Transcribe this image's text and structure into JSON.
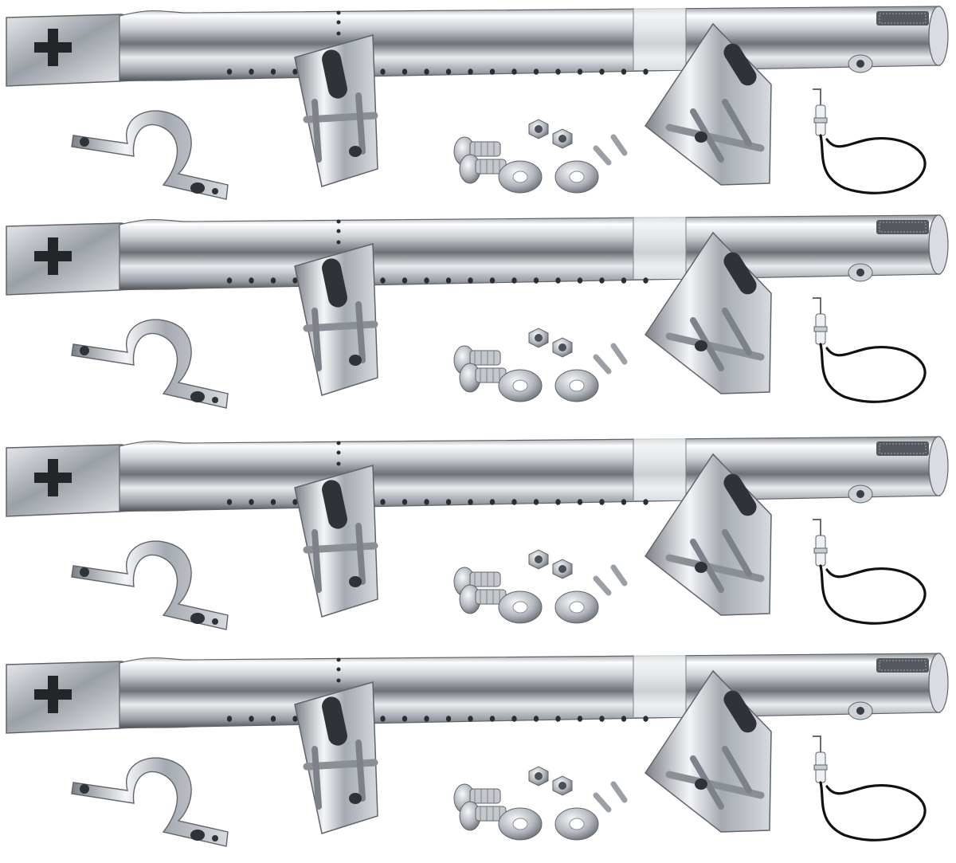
{
  "product": {
    "kits": [
      {
        "id": "kit-1",
        "parts": [
          "burner-tube",
          "crossover-bracket",
          "left-mount-bracket",
          "right-mount-bracket",
          "pipe-clamp",
          "bolt-set",
          "igniter-electrode"
        ]
      },
      {
        "id": "kit-2",
        "parts": [
          "burner-tube",
          "crossover-bracket",
          "left-mount-bracket",
          "right-mount-bracket",
          "pipe-clamp",
          "bolt-set",
          "igniter-electrode"
        ]
      },
      {
        "id": "kit-3",
        "parts": [
          "burner-tube",
          "crossover-bracket",
          "left-mount-bracket",
          "right-mount-bracket",
          "pipe-clamp",
          "bolt-set",
          "igniter-electrode"
        ]
      },
      {
        "id": "kit-4",
        "parts": [
          "burner-tube",
          "crossover-bracket",
          "left-mount-bracket",
          "right-mount-bracket",
          "pipe-clamp",
          "bolt-set",
          "igniter-electrode"
        ]
      }
    ],
    "kit_count": 4,
    "colors": {
      "background": "#ffffff",
      "steel_light": "#f4f5f7",
      "steel_mid": "#b9bdc3",
      "steel_dark": "#5f646b",
      "wire": "#111111"
    }
  }
}
